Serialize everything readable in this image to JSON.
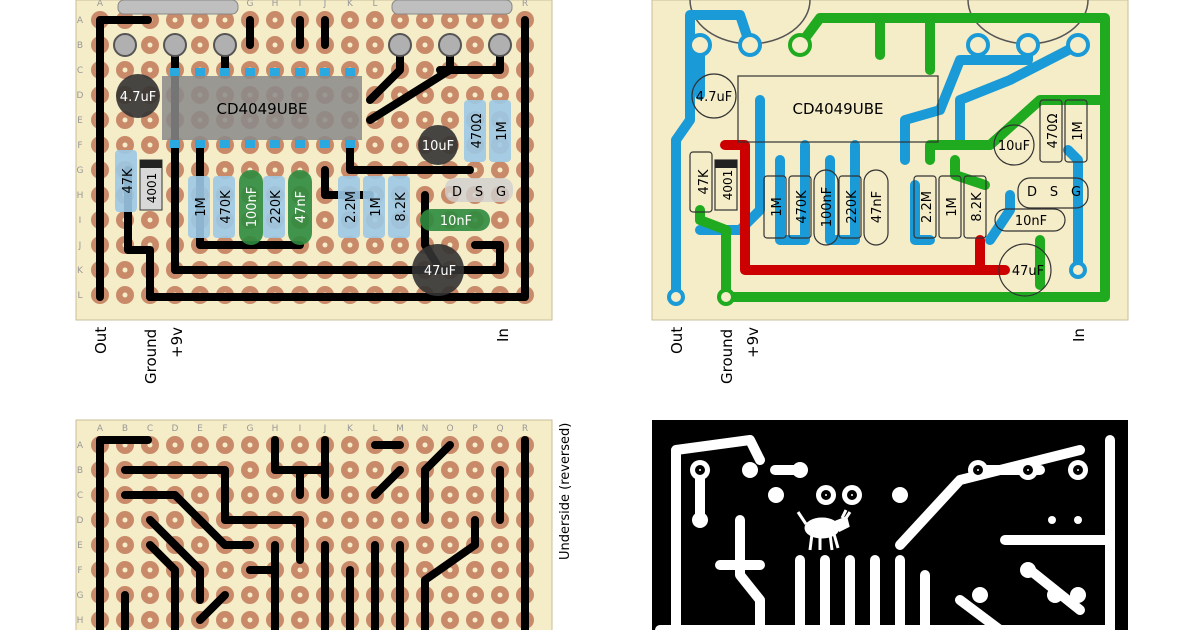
{
  "columns": [
    "A",
    "B",
    "C",
    "D",
    "E",
    "F",
    "G",
    "H",
    "I",
    "J",
    "K",
    "L",
    "M",
    "N",
    "O",
    "P",
    "Q",
    "R"
  ],
  "rows": [
    "A",
    "B",
    "C",
    "D",
    "E",
    "F",
    "G",
    "H",
    "I",
    "J",
    "K",
    "L"
  ],
  "ic_label": "CD4049UBE",
  "jfet_pins": [
    "D",
    "S",
    "G"
  ],
  "components": {
    "c1": "4.7uF",
    "c2": "10uF",
    "c3": "47uF",
    "c4": "10nF",
    "c5": "100nF",
    "c6": "47nF",
    "r1": "47K",
    "r2": "1M",
    "r3": "470K",
    "r4": "220K",
    "r5": "2.2M",
    "r6": "1M",
    "r7": "8.2K",
    "r8": "470Ω",
    "r9": "1M",
    "d1": "4001"
  },
  "connectors": {
    "out": "Out",
    "ground": "Ground",
    "power": "+9v",
    "in": "In"
  },
  "underside_label": "Underside (reversed)",
  "colors": {
    "board": "#f5ecc8",
    "pad": "#c98a6a",
    "wire_black": "#000000",
    "blue_trace": "#1a9ad6",
    "green_trace": "#1faa1f",
    "red_trace": "#cc0000"
  }
}
